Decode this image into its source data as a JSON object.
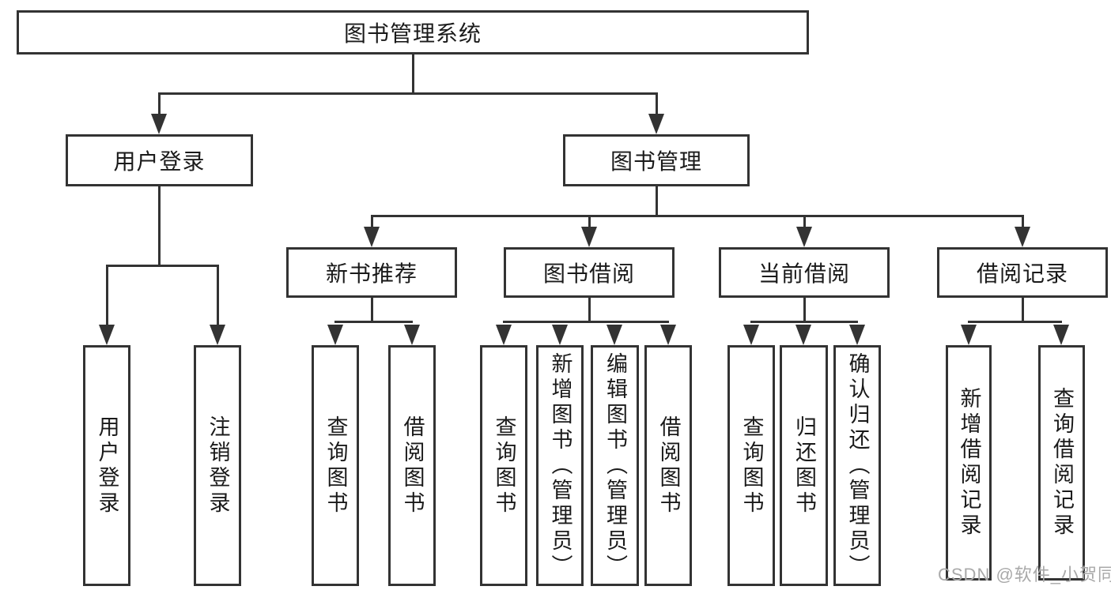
{
  "org_chart": {
    "root": {
      "label": "图书管理系统"
    },
    "branches": [
      {
        "label": "用户登录",
        "leaves": [
          {
            "label": "用户登录"
          },
          {
            "label": "注销登录"
          }
        ]
      },
      {
        "label": "图书管理",
        "sections": [
          {
            "label": "新书推荐",
            "leaves": [
              {
                "label": "查询图书"
              },
              {
                "label": "借阅图书"
              }
            ]
          },
          {
            "label": "图书借阅",
            "leaves": [
              {
                "label": "查询图书"
              },
              {
                "label": "新增图书（管理员）"
              },
              {
                "label": "编辑图书（管理员）"
              },
              {
                "label": "借阅图书"
              }
            ]
          },
          {
            "label": "当前借阅",
            "leaves": [
              {
                "label": "查询图书"
              },
              {
                "label": "归还图书"
              },
              {
                "label": "确认归还（管理员）"
              }
            ]
          },
          {
            "label": "借阅记录",
            "leaves": [
              {
                "label": "新增借阅记录"
              },
              {
                "label": "查询借阅记录"
              }
            ]
          }
        ]
      }
    ]
  },
  "watermark": {
    "text": "CSDN @软件_小贺同学"
  },
  "colors": {
    "line": "#333333",
    "text": "#1a1a1a",
    "watermark": "#a9a9a9",
    "background": "#ffffff"
  }
}
